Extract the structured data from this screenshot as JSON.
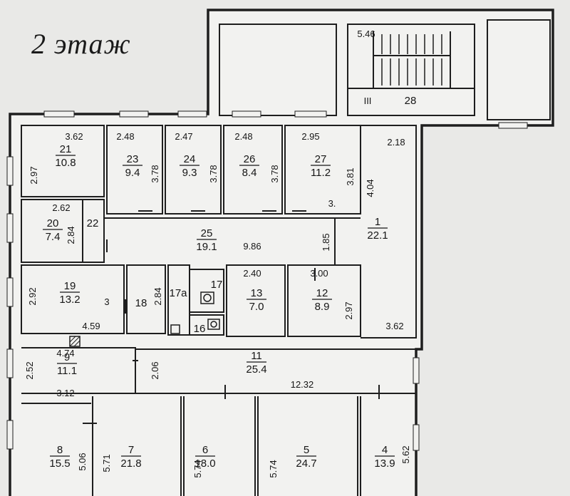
{
  "title": "2 этаж",
  "rooms": [
    {
      "id": "21",
      "number": "21",
      "area": "10.8"
    },
    {
      "id": "23",
      "number": "23",
      "area": "9.4"
    },
    {
      "id": "24",
      "number": "24",
      "area": "9.3"
    },
    {
      "id": "26",
      "number": "26",
      "area": "8.4"
    },
    {
      "id": "27",
      "number": "27",
      "area": "11.2"
    },
    {
      "id": "20",
      "number": "20",
      "area": "7.4"
    },
    {
      "id": "22",
      "number": "22",
      "area": ""
    },
    {
      "id": "25",
      "number": "25",
      "area": "19.1"
    },
    {
      "id": "1",
      "number": "1",
      "area": "22.1"
    },
    {
      "id": "19",
      "number": "19",
      "area": "13.2"
    },
    {
      "id": "18",
      "number": "18",
      "area": ""
    },
    {
      "id": "17a",
      "number": "17a",
      "area": ""
    },
    {
      "id": "17",
      "number": "17",
      "area": ""
    },
    {
      "id": "16",
      "number": "16",
      "area": ""
    },
    {
      "id": "13",
      "number": "13",
      "area": "7.0"
    },
    {
      "id": "12",
      "number": "12",
      "area": "8.9"
    },
    {
      "id": "9",
      "number": "9",
      "area": "11.1"
    },
    {
      "id": "11",
      "number": "11",
      "area": "25.4"
    },
    {
      "id": "8",
      "number": "8",
      "area": "15.5"
    },
    {
      "id": "7",
      "number": "7",
      "area": "21.8"
    },
    {
      "id": "6",
      "number": "6",
      "area": "18.0"
    },
    {
      "id": "5",
      "number": "5",
      "area": "24.7"
    },
    {
      "id": "4",
      "number": "4",
      "area": "13.9"
    },
    {
      "id": "28",
      "number": "28",
      "area": ""
    }
  ],
  "dimensions": [
    "3.62",
    "2.97",
    "2.48",
    "3.78",
    "2.47",
    "3.78",
    "2.48",
    "3.78",
    "2.95",
    "3.81",
    "2.18",
    "4.04",
    "2.62",
    "2.84",
    "9.86",
    "1.85",
    "2.92",
    "2.84",
    "4.59",
    "2.40",
    "3.00",
    "2.97",
    "3.62",
    "4.74",
    "2.52",
    "3.12",
    "2.06",
    "12.32",
    "5.06",
    "5.71",
    "5.74",
    "5.74",
    "5.62",
    "5.46"
  ],
  "annotations": [
    "III",
    "3",
    "3."
  ]
}
